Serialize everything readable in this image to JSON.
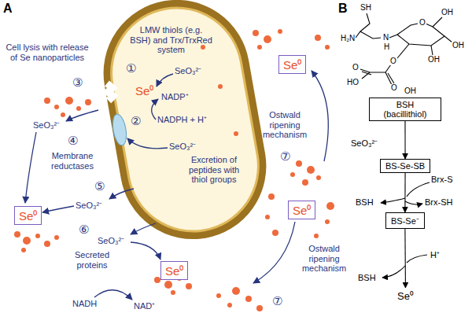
{
  "diagram": {
    "nodes": [
      {
        "text": [
          "Se⁰"
        ]
      },
      {
        "text": [
          "Se⁰"
        ]
      },
      {
        "text": [
          "Se⁰"
        ]
      },
      {
        "text": [
          "Se⁰"
        ]
      },
      {
        "text": [
          "BSH (bacillithiol)"
        ]
      },
      {
        "text": [
          "BS-Se-SB"
        ]
      },
      {
        "text": [
          "BS-Se⁻"
        ]
      },
      {
        "text": [
          "Se⁰"
        ]
      }
    ],
    "edges": [
      {
        "from": 4,
        "to": 5,
        "arrow": "to"
      },
      {
        "from": 5,
        "to": 6,
        "arrow": "to"
      },
      {
        "from": 6,
        "to": 7,
        "arrow": "to"
      }
    ],
    "labels": [
      "A",
      "B",
      "LMW thiols (e.g. BSH) and Trx/TrxRed system",
      "①",
      "SeO₃²⁻",
      "Se⁰",
      "NADP⁺",
      "②",
      "NADPH + H⁺",
      "SeO₃²⁻",
      "Excretion of peptides with thiol groups",
      "Cell lysis with release of Se nanoparticles",
      "③",
      "SeO₃²⁻",
      "④",
      "Membrane reductases",
      "⑤",
      "SeO₃²⁻",
      "⑥",
      "SeO₃²⁻",
      "Secreted proteins",
      "NADH",
      "NAD⁺",
      "Ostwald ripening mechanism",
      "⑦",
      "Ostwald ripening mechanism",
      "⑦",
      "SeO₃²⁻",
      "Brx-S",
      "BSH",
      "Brx-SH",
      "H⁺",
      "BSH",
      "SH",
      "H₂N",
      "N",
      "H",
      "O",
      "OH",
      "OH",
      "OH",
      "O",
      "O",
      "HO",
      "O",
      "OH"
    ]
  }
}
